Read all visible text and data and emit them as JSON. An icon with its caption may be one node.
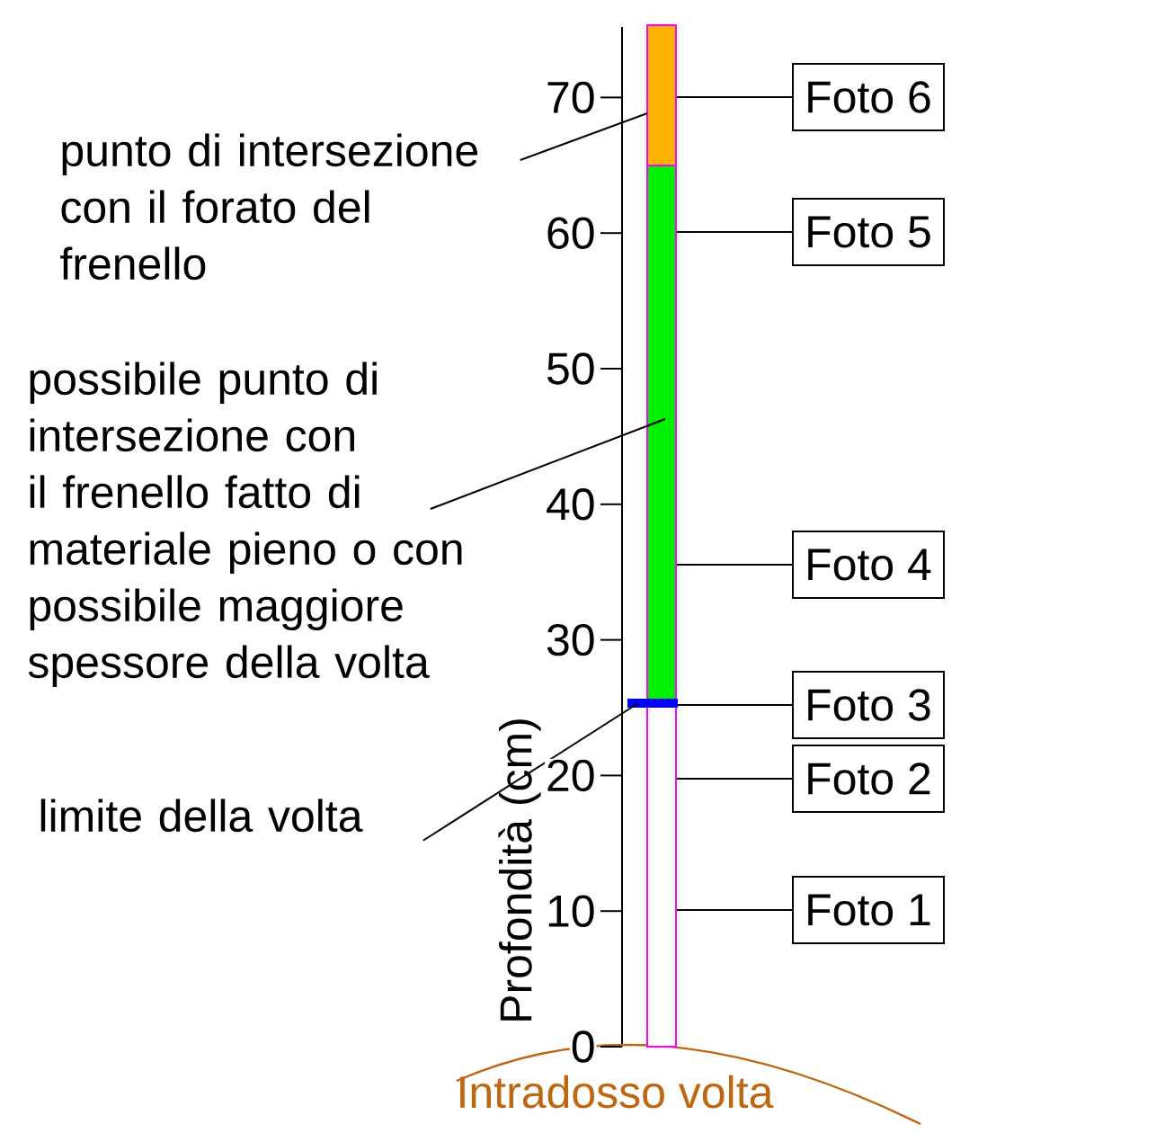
{
  "diagram": {
    "nodes": [
      {
        "text": [],
        "shape": "bar"
      },
      {
        "text": [],
        "shape": "bar"
      },
      {
        "text": [],
        "shape": "bar"
      },
      {
        "text": [],
        "shape": "bar"
      },
      {
        "text": [
          "punto di intersezione con il forato del frenello"
        ]
      },
      {
        "text": [
          "possibile punto di intersezione con il frenello fatto di materiale pieno o con possibile maggiore spessore della volta"
        ]
      },
      {
        "text": [
          "limite della volta"
        ]
      },
      {
        "text": [
          "Foto 6"
        ]
      },
      {
        "text": [
          "Foto 5"
        ]
      },
      {
        "text": [
          "Foto 4"
        ]
      },
      {
        "text": [
          "Foto 3"
        ]
      },
      {
        "text": [
          "Foto 2"
        ]
      },
      {
        "text": [
          "Foto 1"
        ]
      }
    ],
    "edges": [
      {
        "from": 4,
        "to": 0,
        "arrow": "none"
      },
      {
        "from": 5,
        "to": 1,
        "arrow": "none"
      },
      {
        "from": 6,
        "to": 2,
        "arrow": "none"
      },
      {
        "from": 7,
        "to": 0,
        "arrow": "none"
      },
      {
        "from": 8,
        "to": 1,
        "arrow": "none"
      },
      {
        "from": 9,
        "to": 1,
        "arrow": "none"
      },
      {
        "from": 10,
        "to": 2,
        "arrow": "none"
      },
      {
        "from": 11,
        "to": 3,
        "arrow": "none"
      },
      {
        "from": 12,
        "to": 3,
        "arrow": "none"
      }
    ],
    "labels": [
      "70",
      "60",
      "50",
      "40",
      "30",
      "20",
      "10",
      "0",
      "Profondità (cm)",
      "Intradosso volta"
    ]
  }
}
